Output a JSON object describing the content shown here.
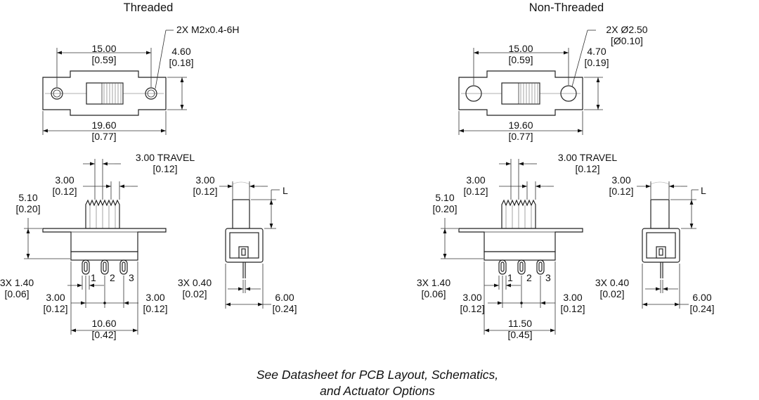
{
  "threaded": {
    "title": "Threaded",
    "top_callout": "2X M2x0.4-6H",
    "top_width": "15.00",
    "top_width_in": "[0.59]",
    "top_height": "4.60",
    "top_height_in": "[0.18]",
    "top_length": "19.60",
    "top_length_in": "[0.77]",
    "travel": "3.00 TRAVEL",
    "travel_in": "[0.12]",
    "act_width": "3.00",
    "act_width_in": "[0.12]",
    "act_height": "5.10",
    "act_height_in": "[0.20]",
    "pin_dia": "3X 1.40",
    "pin_dia_in": "[0.06]",
    "pitch_left": "3.00",
    "pitch_left_in": "[0.12]",
    "pitch_right": "3.00",
    "pitch_right_in": "[0.12]",
    "body_width": "10.60",
    "body_width_in": "[0.42]",
    "pins": [
      "1",
      "2",
      "3"
    ],
    "side_act_width": "3.00",
    "side_act_width_in": "[0.12]",
    "side_L": "L",
    "side_pin": "3X 0.40",
    "side_pin_in": "[0.02]",
    "side_width": "6.00",
    "side_width_in": "[0.24]"
  },
  "non_threaded": {
    "title": "Non-Threaded",
    "top_callout": "2X Ø2.50",
    "top_callout_in": "[Ø0.10]",
    "top_width": "15.00",
    "top_width_in": "[0.59]",
    "top_height": "4.70",
    "top_height_in": "[0.19]",
    "top_length": "19.60",
    "top_length_in": "[0.77]",
    "travel": "3.00 TRAVEL",
    "travel_in": "[0.12]",
    "act_width": "3.00",
    "act_width_in": "[0.12]",
    "act_height": "5.10",
    "act_height_in": "[0.20]",
    "pin_dia": "3X 1.40",
    "pin_dia_in": "[0.06]",
    "pitch_left": "3.00",
    "pitch_left_in": "[0.12]",
    "pitch_right": "3.00",
    "pitch_right_in": "[0.12]",
    "body_width": "11.50",
    "body_width_in": "[0.45]",
    "pins": [
      "1",
      "2",
      "3"
    ],
    "side_act_width": "3.00",
    "side_act_width_in": "[0.12]",
    "side_L": "L",
    "side_pin": "3X 0.40",
    "side_pin_in": "[0.02]",
    "side_width": "6.00",
    "side_width_in": "[0.24]"
  },
  "footer": {
    "line1": "See Datasheet for PCB Layout, Schematics,",
    "line2": "and Actuator Options"
  }
}
